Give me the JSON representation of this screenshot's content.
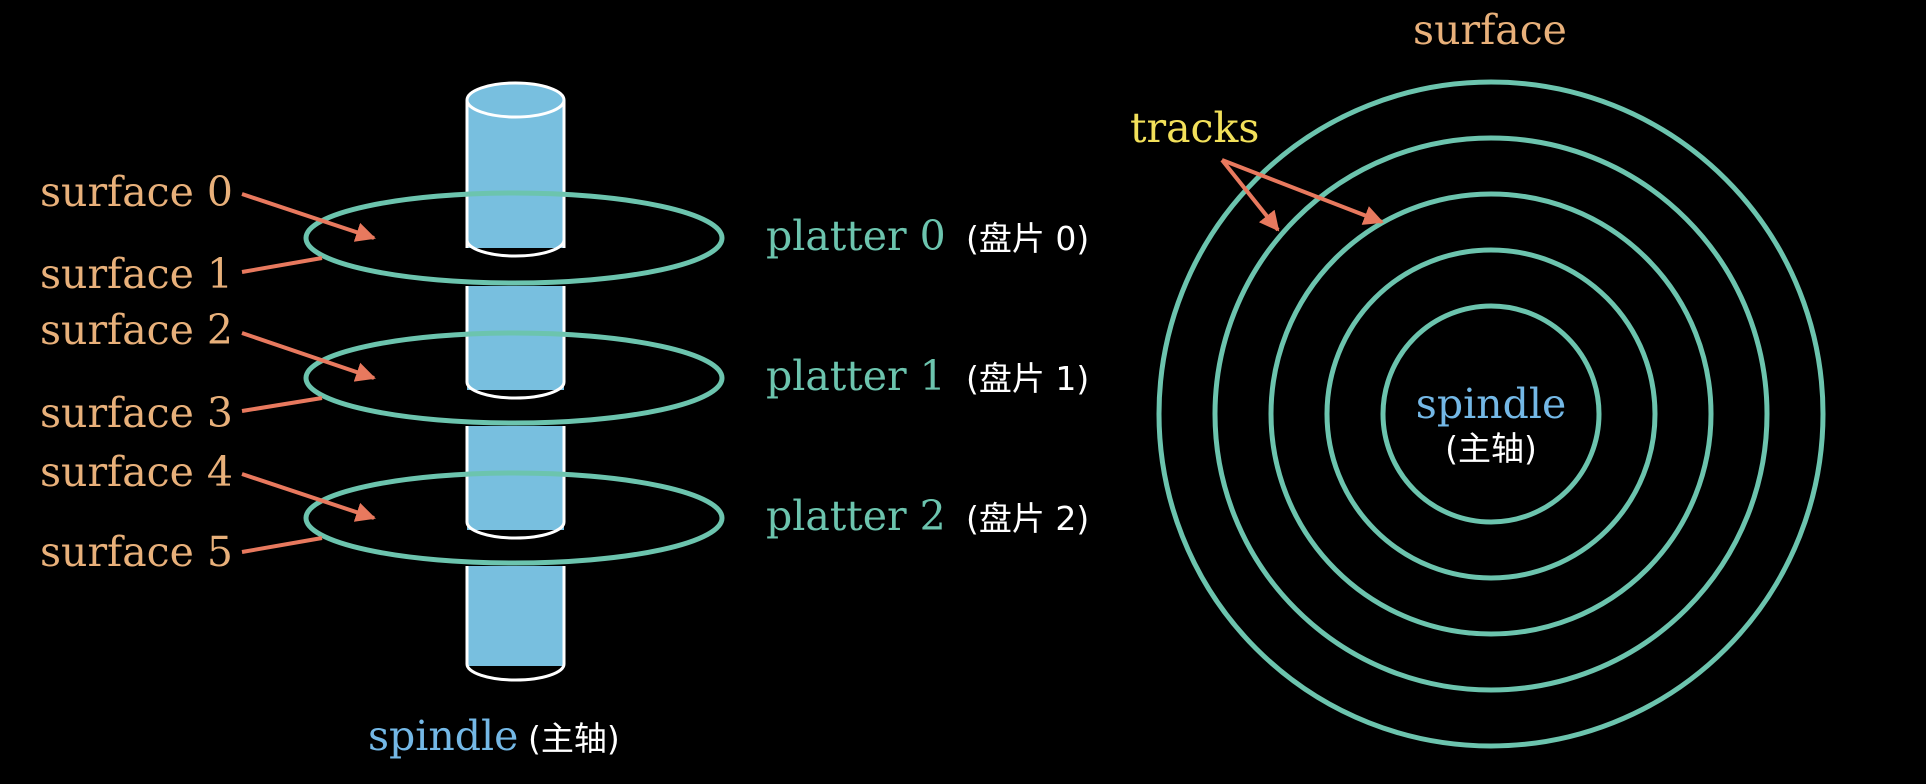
{
  "left_diagram": {
    "surfaces": [
      "surface 0",
      "surface 1",
      "surface 2",
      "surface 3",
      "surface 4",
      "surface 5"
    ],
    "platters": [
      {
        "label": "platter 0",
        "cn": "(盘片 0)"
      },
      {
        "label": "platter 1",
        "cn": "(盘片 1)"
      },
      {
        "label": "platter 2",
        "cn": "(盘片 2)"
      }
    ],
    "spindle_label": "spindle",
    "spindle_cn": "(主轴)"
  },
  "right_diagram": {
    "title": "surface",
    "tracks_label": "tracks",
    "spindle_label": "spindle",
    "spindle_cn": "(主轴)",
    "track_count": 5
  },
  "colors": {
    "background": "#000000",
    "surface_text": "#e8b07a",
    "platter": "#6cc4ae",
    "spindle": "#78bfdf",
    "arrow": "#e8795e",
    "tracks_text": "#f2e05a"
  }
}
